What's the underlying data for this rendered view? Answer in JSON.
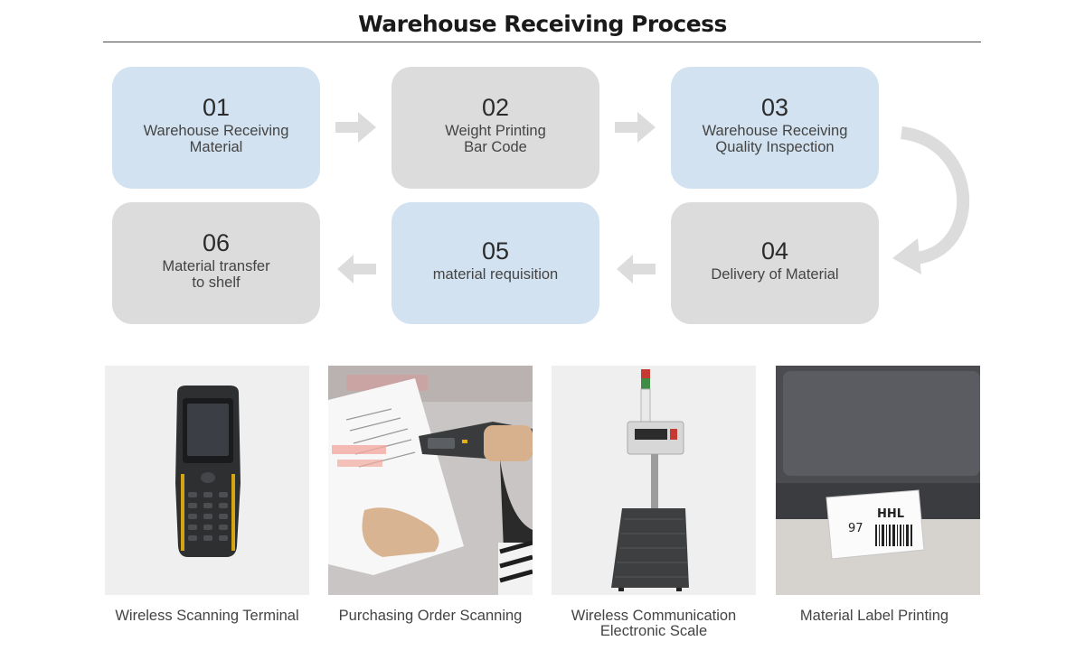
{
  "title": "Warehouse Receiving Process",
  "steps": [
    {
      "num": "01",
      "lines": [
        "Warehouse Receiving",
        "Material"
      ]
    },
    {
      "num": "02",
      "lines": [
        "Weight Printing",
        "Bar Code"
      ]
    },
    {
      "num": "03",
      "lines": [
        "Warehouse Receiving",
        "Quality Inspection"
      ]
    },
    {
      "num": "04",
      "lines": [
        "Delivery of Material"
      ]
    },
    {
      "num": "05",
      "lines": [
        "material requisition"
      ]
    },
    {
      "num": "06",
      "lines": [
        "Material transfer",
        "to shelf"
      ]
    }
  ],
  "photos": [
    {
      "caption": [
        "Wireless Scanning Terminal"
      ],
      "icon": "handheld-scanner-icon"
    },
    {
      "caption": [
        "Purchasing Order Scanning"
      ],
      "icon": "order-scanning-icon"
    },
    {
      "caption": [
        "Wireless Communication",
        "Electronic Scale"
      ],
      "icon": "electronic-scale-icon"
    },
    {
      "caption": [
        "Material Label Printing"
      ],
      "icon": "label-printer-icon"
    }
  ],
  "label_text": {
    "brand": "HHL",
    "number": "97"
  },
  "colors": {
    "blue_box": "#d2e2f0",
    "gray_box": "#dddcdc",
    "arrow": "#dcdcdc",
    "photo_bg": "#efefef"
  }
}
